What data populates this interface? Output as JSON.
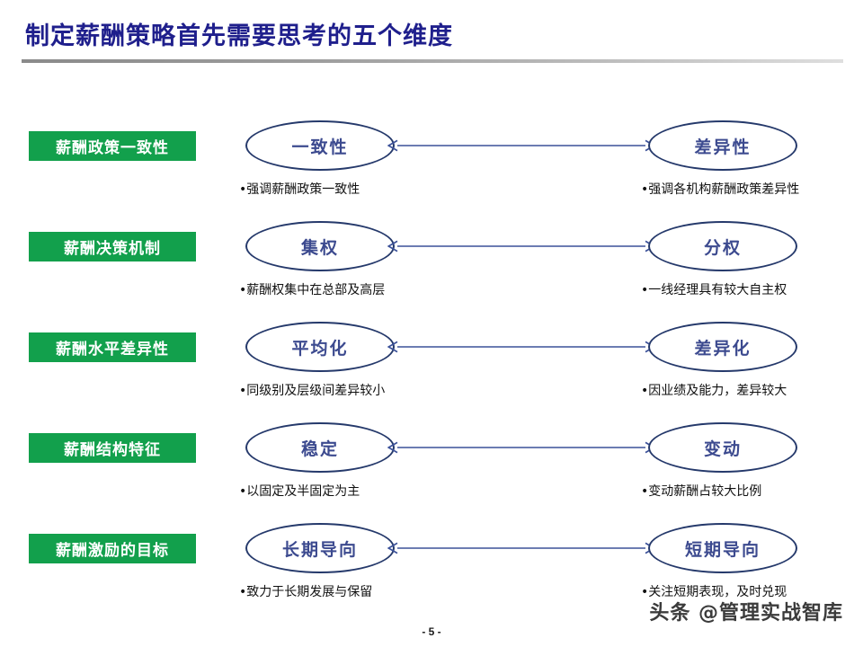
{
  "slide": {
    "title": "制定薪酬策略首先需要思考的五个维度",
    "page_number": "- 5 -",
    "watermark": "头条 @管理实战智库",
    "accent_green": "#12A04C",
    "accent_navy": "#25396B",
    "node_text_color": "#3C4A8F",
    "title_color": "#1F1F8C"
  },
  "rows": [
    {
      "category": "薪酬政策一致性",
      "left_node": "一致性",
      "left_bullet": "•强调薪酬政策一致性",
      "right_node": "差异性",
      "right_bullet": "•强调各机构薪酬政策差异性"
    },
    {
      "category": "薪酬决策机制",
      "left_node": "集权",
      "left_bullet": "•薪酬权集中在总部及高层",
      "right_node": "分权",
      "right_bullet": "•一线经理具有较大自主权"
    },
    {
      "category": "薪酬水平差异性",
      "left_node": "平均化",
      "left_bullet": "•同级别及层级间差异较小",
      "right_node": "差异化",
      "right_bullet": "•因业绩及能力，差异较大"
    },
    {
      "category": "薪酬结构特征",
      "left_node": "稳定",
      "left_bullet": "•以固定及半固定为主",
      "right_node": "变动",
      "right_bullet": "•变动薪酬占较大比例"
    },
    {
      "category": "薪酬激励的目标",
      "left_node": "长期导向",
      "left_bullet": "•致力于长期发展与保留",
      "right_node": "短期导向",
      "right_bullet": "•关注短期表现，及时兑现"
    }
  ]
}
